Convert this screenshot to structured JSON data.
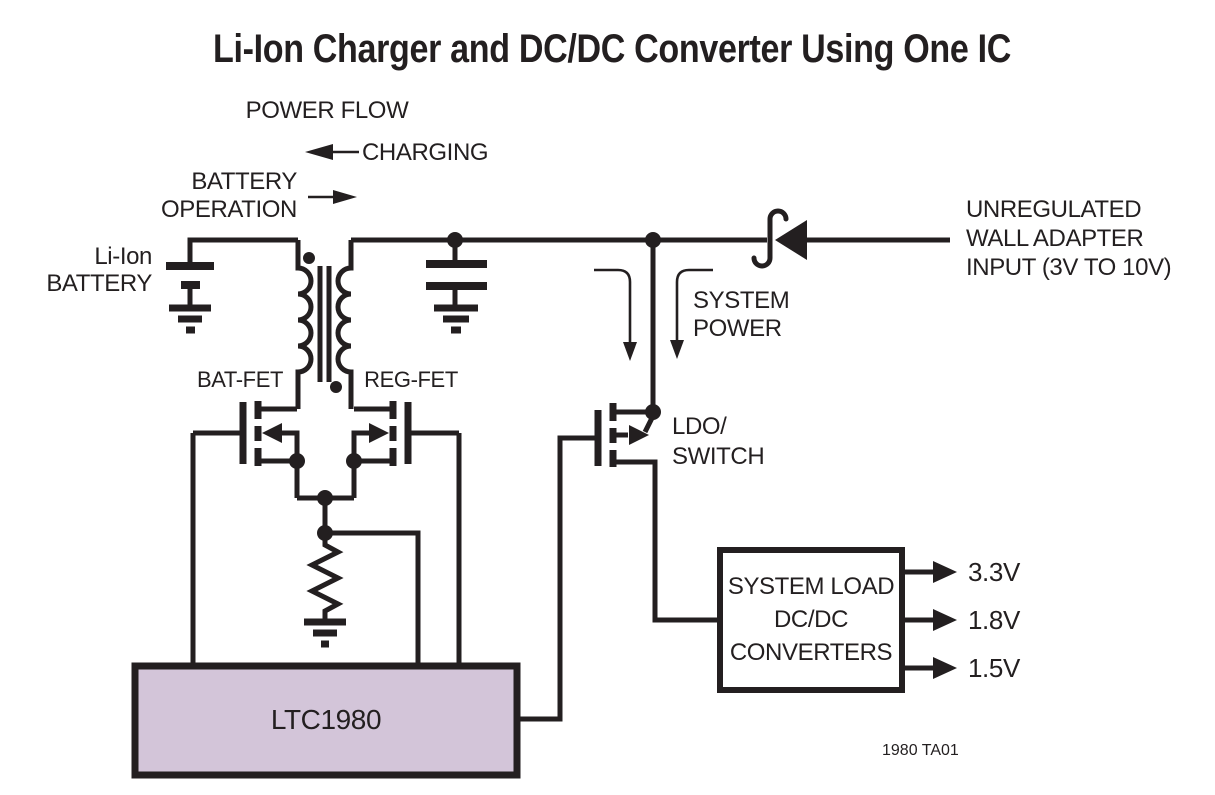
{
  "title": "Li-Ion Charger and DC/DC Converter Using One IC",
  "colors": {
    "line": "#231f20",
    "ic_fill": "#d3c5d9",
    "background": "#ffffff"
  },
  "power_flow": {
    "heading": "POWER FLOW",
    "charging_label": "CHARGING",
    "battery_operation_line1": "BATTERY",
    "battery_operation_line2": "OPERATION"
  },
  "battery": {
    "label_line1": "Li-Ion",
    "label_line2": "BATTERY"
  },
  "fets": {
    "bat_fet_label": "BAT-FET",
    "reg_fet_label": "REG-FET",
    "ldo_label_line1": "LDO/",
    "ldo_label_line2": "SWITCH"
  },
  "adapter_input": {
    "line1": "UNREGULATED",
    "line2": "WALL ADAPTER",
    "line3": "INPUT (3V TO 10V)"
  },
  "system_power": {
    "line1": "SYSTEM",
    "line2": "POWER"
  },
  "ic": {
    "label": "LTC1980"
  },
  "load_box": {
    "line1": "SYSTEM LOAD",
    "line2": "DC/DC",
    "line3": "CONVERTERS",
    "outputs": [
      "3.3V",
      "1.8V",
      "1.5V"
    ]
  },
  "footnote": "1980 TA01"
}
